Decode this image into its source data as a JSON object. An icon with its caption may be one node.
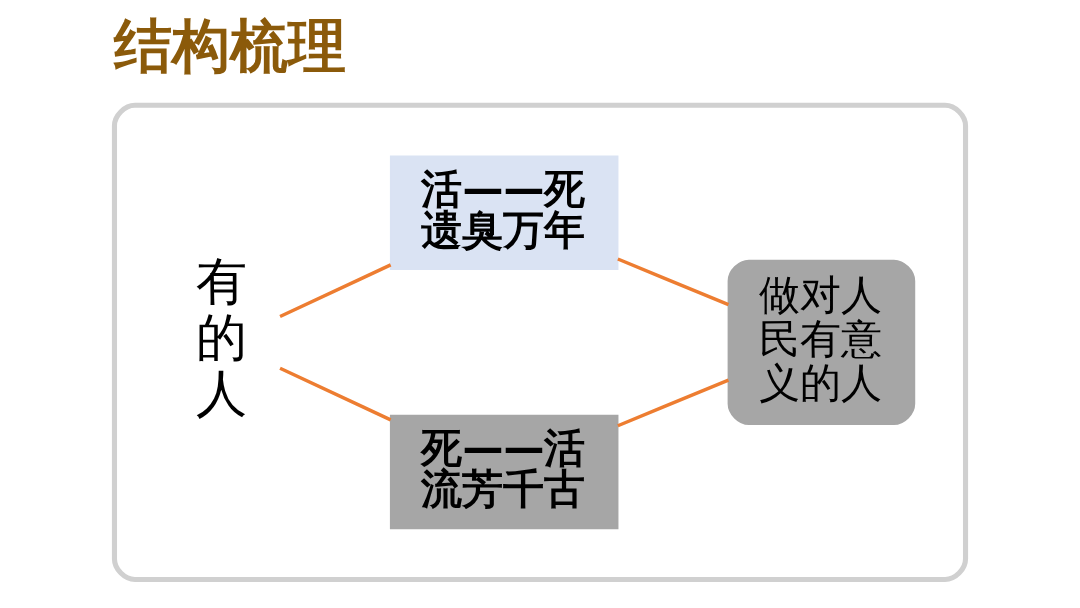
{
  "diagram": {
    "title": "结构梳理",
    "nodes": [
      {
        "text": [],
        "shape": "box"
      },
      {
        "text": [
          "有的人"
        ],
        "in": 0
      },
      {
        "text": [
          "活——死",
          "遗臭万年"
        ],
        "in": 0
      },
      {
        "text": [
          "死——活",
          "流芳千古"
        ],
        "in": 0
      },
      {
        "text": [
          "做对人民有意义的人"
        ],
        "in": 0
      }
    ],
    "edges": [
      {
        "from": 1,
        "to": 2,
        "arrow": "none"
      },
      {
        "from": 1,
        "to": 3,
        "arrow": "none"
      },
      {
        "from": 2,
        "to": 4,
        "arrow": "none"
      },
      {
        "from": 3,
        "to": 4,
        "arrow": "none"
      }
    ]
  }
}
